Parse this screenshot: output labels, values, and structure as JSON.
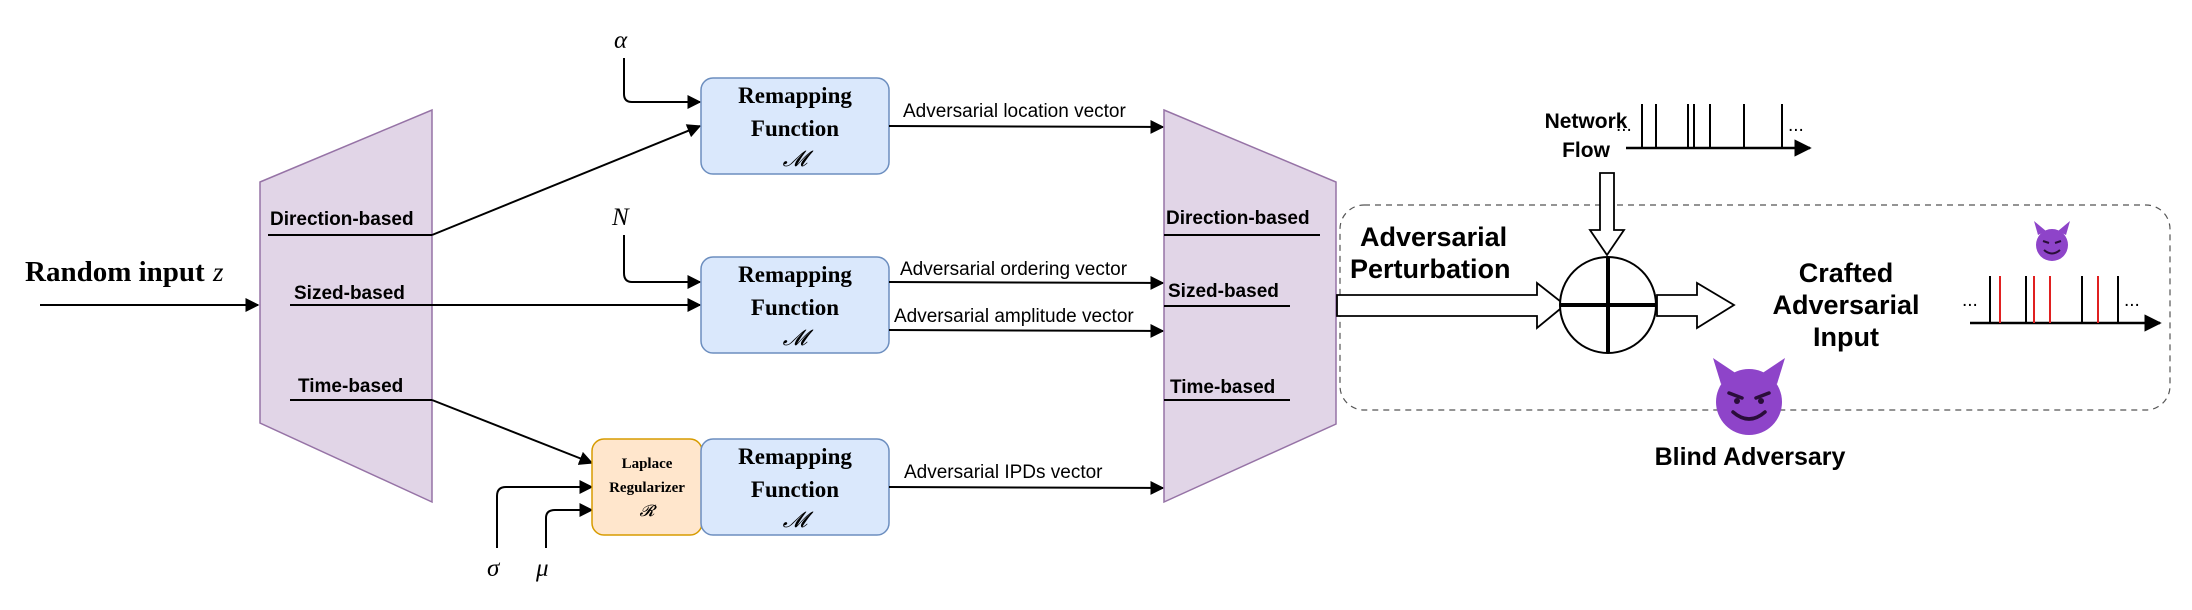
{
  "input": {
    "label": "Random input",
    "symbol": "z"
  },
  "encoder": {
    "rows": [
      "Direction-based",
      "Sized-based",
      "Time-based"
    ]
  },
  "decoder": {
    "rows": [
      "Direction-based",
      "Sized-based",
      "Time-based"
    ]
  },
  "params": {
    "alpha": "α",
    "n": "N",
    "sigma": "σ",
    "mu": "μ"
  },
  "remap_boxes": [
    {
      "title_1": "Remapping",
      "title_2": "Function",
      "symbol": "𝓜"
    },
    {
      "title_1": "Remapping",
      "title_2": "Function",
      "symbol": "𝓜"
    },
    {
      "title_1": "Remapping",
      "title_2": "Function",
      "symbol": "𝓜"
    }
  ],
  "laplace": {
    "line_1": "Laplace",
    "line_2": "Regularizer",
    "symbol": "𝓡"
  },
  "vectors": {
    "location": "Adversarial location vector",
    "ordering": "Adversarial ordering vector",
    "amplitude": "Adversarial amplitude vector",
    "ipds": "Adversarial IPDs vector"
  },
  "network_flow": {
    "line_1": "Network",
    "line_2": "Flow"
  },
  "perturbation": {
    "line_1": "Adversarial",
    "line_2": "Perturbation"
  },
  "crafted": {
    "line_1": "Crafted",
    "line_2": "Adversarial",
    "line_3": "Input"
  },
  "blind_adversary": "Blind Adversary",
  "ellipsis": "...",
  "icons": [
    "devil-icon",
    "devil-icon-small",
    "xor-icon"
  ],
  "colors": {
    "trapezoid": "#e1d5e7",
    "trapezoid_stroke": "#9673a6",
    "remap_fill": "#dae8fc",
    "remap_stroke": "#6c8ebf",
    "laplace_fill": "#ffe6cc",
    "laplace_stroke": "#d79b00",
    "packet_red": "#e02020",
    "devil": "#8e44c9"
  }
}
